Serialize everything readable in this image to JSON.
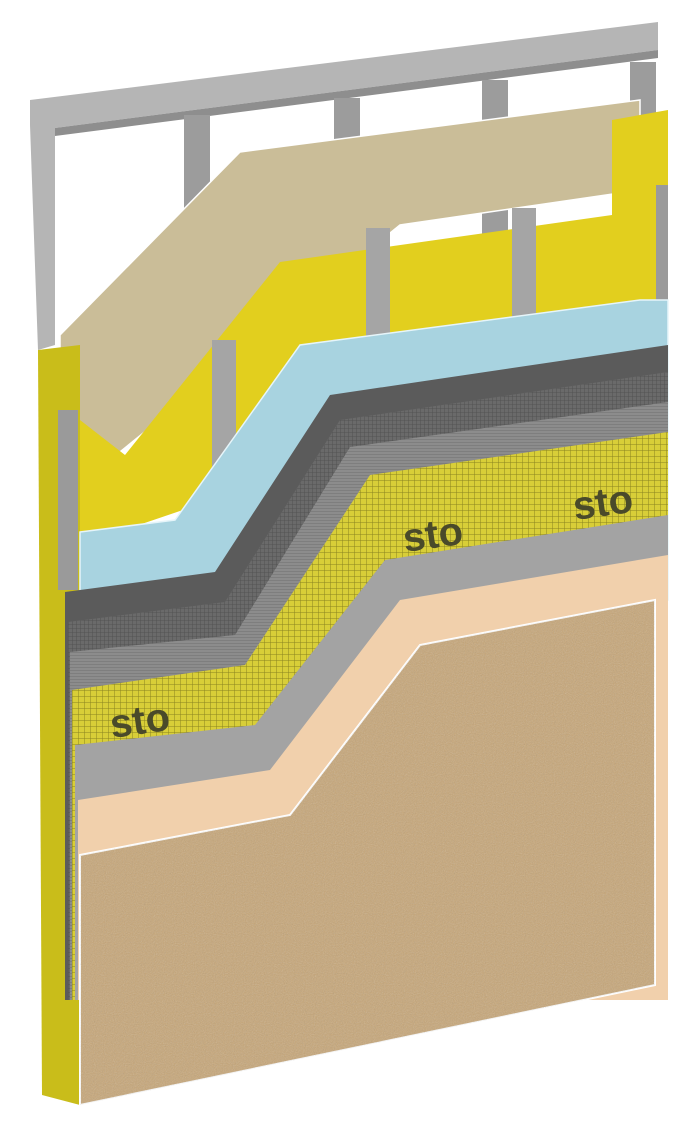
{
  "diagram": {
    "type": "wall-assembly-cutaway",
    "logo_text": "sto",
    "layers": [
      {
        "id": "steel-frame",
        "color": "#a9a9a9"
      },
      {
        "id": "sheathing",
        "color": "#cabd98"
      },
      {
        "id": "air-barrier",
        "color": "#e2cf1e"
      },
      {
        "id": "insulation-board",
        "color": "#a8d3e0"
      },
      {
        "id": "base-coat",
        "color": "#5b5b5b"
      },
      {
        "id": "base-coat-mesh",
        "color": "#7a7a7a"
      },
      {
        "id": "base-coat-second",
        "color": "#8e8e8e"
      },
      {
        "id": "reinforcing-mesh",
        "color": "#d9cf3a"
      },
      {
        "id": "primer-gray",
        "color": "#a3a3a3"
      },
      {
        "id": "primer",
        "color": "#f1d0ac"
      },
      {
        "id": "textured-finish",
        "color": "#c7a677"
      }
    ]
  }
}
